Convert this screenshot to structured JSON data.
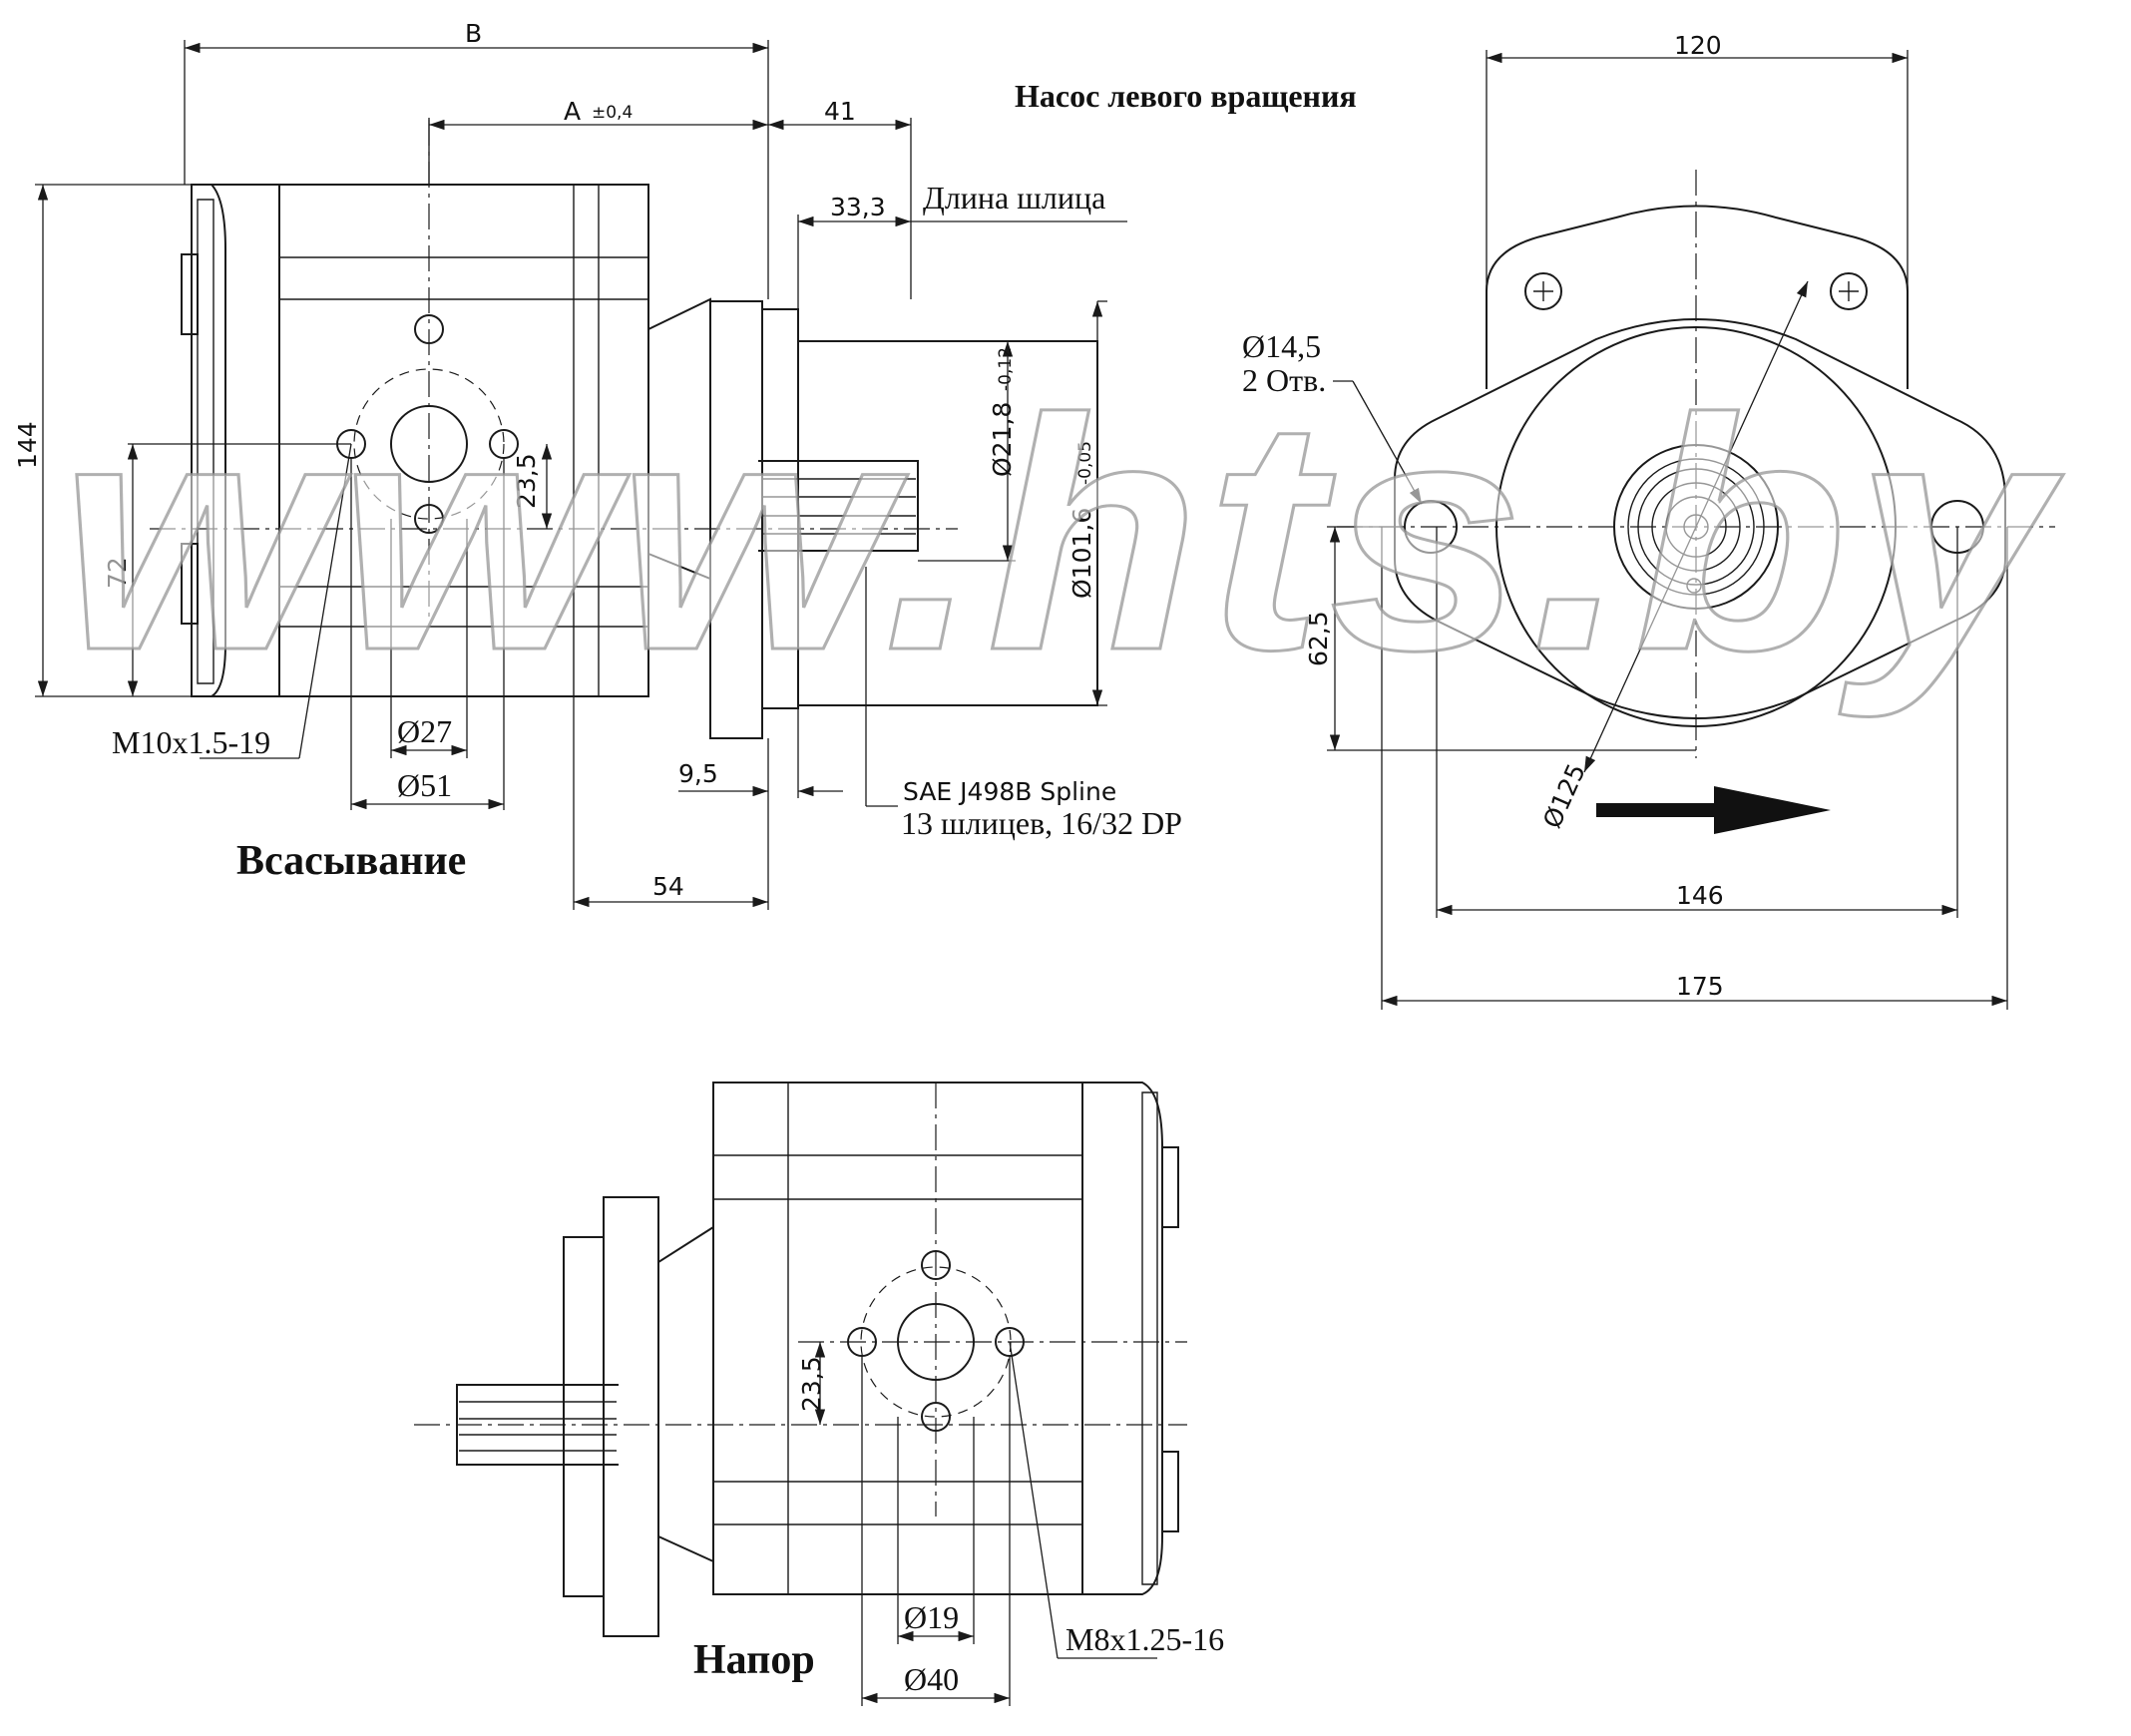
{
  "title": "Насос левого вращения",
  "watermark": "www.hts.by",
  "views": {
    "side_suction": {
      "caption": "Всасывание",
      "dim_B": "B",
      "dim_A": "A",
      "dim_A_tol": "±0,4",
      "dim_41": "41",
      "dim_33_3": "33,3",
      "spline_length_label": "Длина шлица",
      "dim_144": "144",
      "dim_72": "72",
      "dim_23_5": "23,5",
      "dim_d21_8": "Ø21,8",
      "dim_d21_8_tol": "-0,12",
      "dim_d101_6": "Ø101,6",
      "dim_d101_6_tol": "-0,05",
      "thread_label": "M10x1.5-19",
      "dim_d27": "Ø27",
      "dim_d51": "Ø51",
      "dim_9_5": "9,5",
      "dim_54": "54",
      "spline_std": "SAE J498B Spline",
      "spline_desc": "13 шлицев, 16/32 DP"
    },
    "front": {
      "dim_120": "120",
      "hole_dia": "Ø14,5",
      "hole_count": "2 Отв.",
      "dim_62_5": "62,5",
      "dim_d125": "Ø125",
      "dim_146": "146",
      "dim_175": "175",
      "rotation_direction": "arrow-right"
    },
    "side_pressure": {
      "caption": "Напор",
      "dim_23_5": "23,5",
      "dim_d19": "Ø19",
      "dim_d40": "Ø40",
      "thread_label": "M8x1.25-16"
    }
  }
}
